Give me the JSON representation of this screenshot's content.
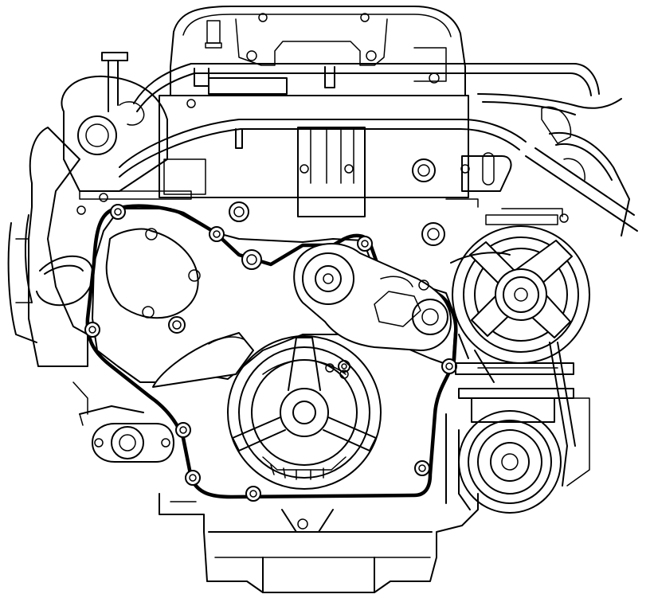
{
  "figure": {
    "subject": "engine-front-view-line-drawing",
    "colors": {
      "line": "#000000",
      "background": "#ffffff"
    },
    "components": [
      "valve-cover",
      "intake-pipes",
      "timing-belt-cover",
      "cover-gasket",
      "camshaft-pulley",
      "belt-tensioner",
      "crankshaft-damper",
      "power-steering-pulley",
      "idler-pulley",
      "alternator",
      "thermostat-housing",
      "oil-sump",
      "mount-bolts"
    ]
  }
}
